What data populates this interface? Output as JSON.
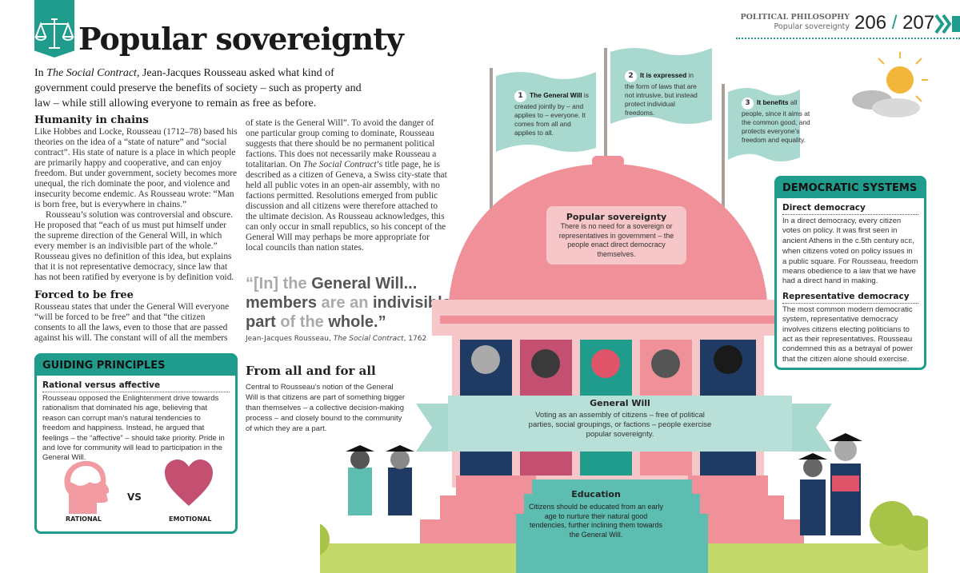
{
  "header": {
    "category": "POLITICAL PHILOSOPHY",
    "subtitle": "Popular sovereignty",
    "page_left": "206",
    "page_sep": "/",
    "page_right": "207",
    "icon": "scales-of-justice-icon"
  },
  "title": "Popular sovereignty",
  "intro": {
    "pre": "In ",
    "book": "The Social Contract",
    "post": ", Jean-Jacques Rousseau asked what kind of government could preserve the benefits of society – such as property and law – while still allowing everyone to remain as free as before."
  },
  "humanity": {
    "heading": "Humanity in chains",
    "p1": "Like Hobbes and Locke, Rousseau (1712–78) based his theories on the idea of a “state of nature” and “social contract”. His state of nature is a place in which people are primarily happy and cooperative, and can enjoy freedom. But under government, society becomes more unequal, the rich dominate the poor, and violence and insecurity become endemic. As Rousseau wrote: “Man is born free, but is everywhere in chains.”",
    "p2": "Rousseau’s solution was controversial and obscure. He proposed that “each of us must put himself under the supreme direction of the General Will, in which every member is an indivisible part of the whole.” Rousseau gives no definition of this idea, but explains that it is not representative democracy, since law that has not been ratified by everyone is by definition void."
  },
  "forced": {
    "heading": "Forced to be free",
    "p1": "Rousseau states that under the General Will everyone “will be forced to be free” and that “the citizen consents to all the laws, even to those that are passed against his will. The constant will of all the members"
  },
  "col2": {
    "p_pre": "of state is the General Will”. To avoid the danger of one particular group coming to dominate, Rousseau suggests that there should be no permanent political factions. This does not necessarily make Rousseau a totalitarian. On ",
    "p_book": "The Social Contract",
    "p_post": "’s title page, he is described as a citizen of Geneva, a Swiss city-state that held all public votes in an open-air assembly, with no factions permitted. Resolutions emerged from public discussion and all citizens were therefore attached to the ultimate decision. As Rousseau acknowledges, this can only occur in small republics, so his concept of the General Will may perhaps be more appropriate for local councils than nation states."
  },
  "quote": {
    "q1": "“[In] the ",
    "q2": "General Will...",
    "q3": "members ",
    "q4": "are an ",
    "q5": "indivisible",
    "q6": "part ",
    "q7": "of the ",
    "q8": "whole.”",
    "attr_author": "Jean-Jacques Rousseau, ",
    "attr_book": "The Social Contract",
    "attr_year": ", 1762"
  },
  "guiding": {
    "heading": "GUIDING PRINCIPLES",
    "subheading": "Rational versus affective",
    "body": "Rousseau opposed the Enlightenment drive towards rationalism that dominated his age, believing that reason can corrupt man’s natural tendencies to freedom and happiness. Instead, he argued that feelings – the “affective” – should take priority. Pride in and love for community will lead to participation in the General Will.",
    "left_label": "RATIONAL",
    "vs": "VS",
    "right_label": "EMOTIONAL"
  },
  "fromall": {
    "heading": "From all and for all",
    "body": "Central to Rousseau’s notion of the General Will is that citizens are part of something bigger than themselves – a collective decision-making process – and closely bound to the community of which they are a part."
  },
  "flags": [
    {
      "num": "1",
      "bold": "The General Will",
      "text": " is created jointly by – and applies to – everyone. It comes from all and applies to all."
    },
    {
      "num": "2",
      "bold": "It is expressed",
      "text": " in the form of laws that are not intrusive, but instead protect individual freedoms."
    },
    {
      "num": "3",
      "bold": "It benefits",
      "text": " all people, since it aims at the common good, and protects everyone’s freedom and equality."
    }
  ],
  "dome": {
    "heading": "Popular sovereignty",
    "body": "There is no need for a sovereign or representatives in government – the people enact direct democracy themselves."
  },
  "general_will": {
    "heading": "General Will",
    "body": "Voting as an assembly of citizens – free of political parties, social groupings, or factions – people exercise popular sovereignty."
  },
  "education": {
    "heading": "Education",
    "body": "Citizens should be educated from an early age to nurture their natural good tendencies, further inclining them towards the General Will."
  },
  "democratic": {
    "heading": "DEMOCRATIC SYSTEMS",
    "direct_h": "Direct democracy",
    "direct_pre": "In a direct democracy, every citizen votes on policy. It was first seen in ancient Athens in the c.5th century ",
    "direct_bce": "BCE",
    "direct_post": ", when citizens voted on policy issues in a public square. For Rousseau, freedom means obedience to a law that we have had a direct hand in making.",
    "rep_h": "Representative democracy",
    "rep_body": "The most common modern democratic system, representative democracy involves citizens electing politicians to act as their representatives. Rousseau condemned this as a betrayal of power that the citizen alone should exercise."
  },
  "colors": {
    "teal": "#1f9c8c",
    "mint": "#a9d8cf",
    "pink": "#f0919a",
    "light_pink": "#f7c6c8",
    "grass": "#c4d96a",
    "navy": "#1f3a63"
  }
}
